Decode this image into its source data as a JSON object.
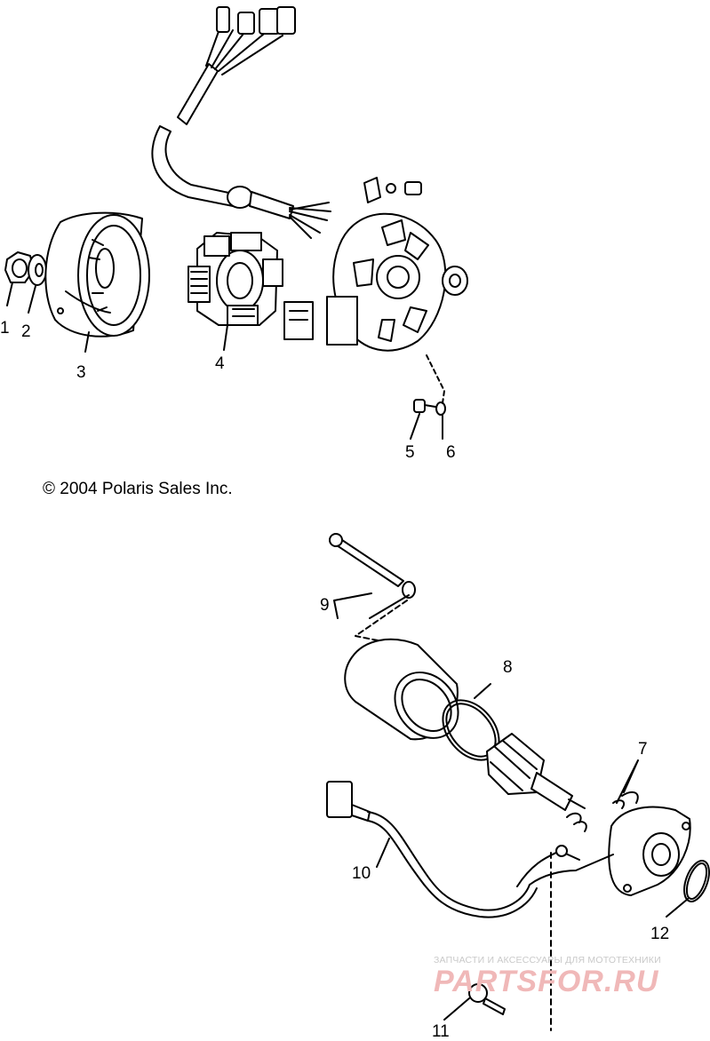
{
  "copyright": "© 2004 Polaris Sales Inc.",
  "callouts": [
    "1",
    "2",
    "3",
    "4",
    "5",
    "6",
    "7",
    "8",
    "9",
    "10",
    "11",
    "12"
  ],
  "watermark": {
    "tagline": "ЗАПЧАСТИ И АКСЕССУАРЫ ДЛЯ МОТОТЕХНИКИ",
    "logo": "PARTSFOR.RU"
  },
  "colors": {
    "line": "#000000",
    "watermark": "#f0b8b8"
  }
}
